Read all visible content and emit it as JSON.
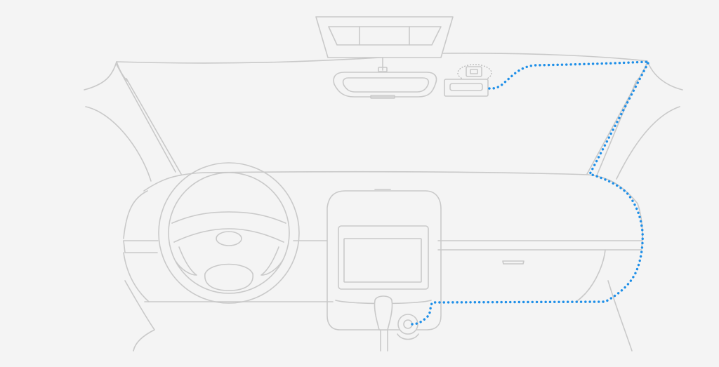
{
  "diagram": {
    "kind": "dashcam-cable-routing-installation",
    "colors": {
      "background": "#f4f4f4",
      "outline": "#c9c9c9",
      "cable": "#1e8fe8"
    },
    "components": [
      {
        "id": "dash-camera",
        "icon": "camera-icon"
      },
      {
        "id": "rearview-mirror",
        "icon": "mirror-icon"
      },
      {
        "id": "steering-wheel",
        "icon": "steering-wheel-icon"
      },
      {
        "id": "center-screen",
        "icon": "screen-icon"
      },
      {
        "id": "gear-shifter",
        "icon": "gear-shift-icon"
      },
      {
        "id": "car-charger",
        "icon": "charger-icon"
      },
      {
        "id": "glove-box",
        "icon": "glovebox-icon"
      }
    ],
    "cable_route": [
      "dash-camera",
      "headliner",
      "a-pillar",
      "dashboard-side",
      "under-dashboard",
      "car-charger"
    ]
  }
}
